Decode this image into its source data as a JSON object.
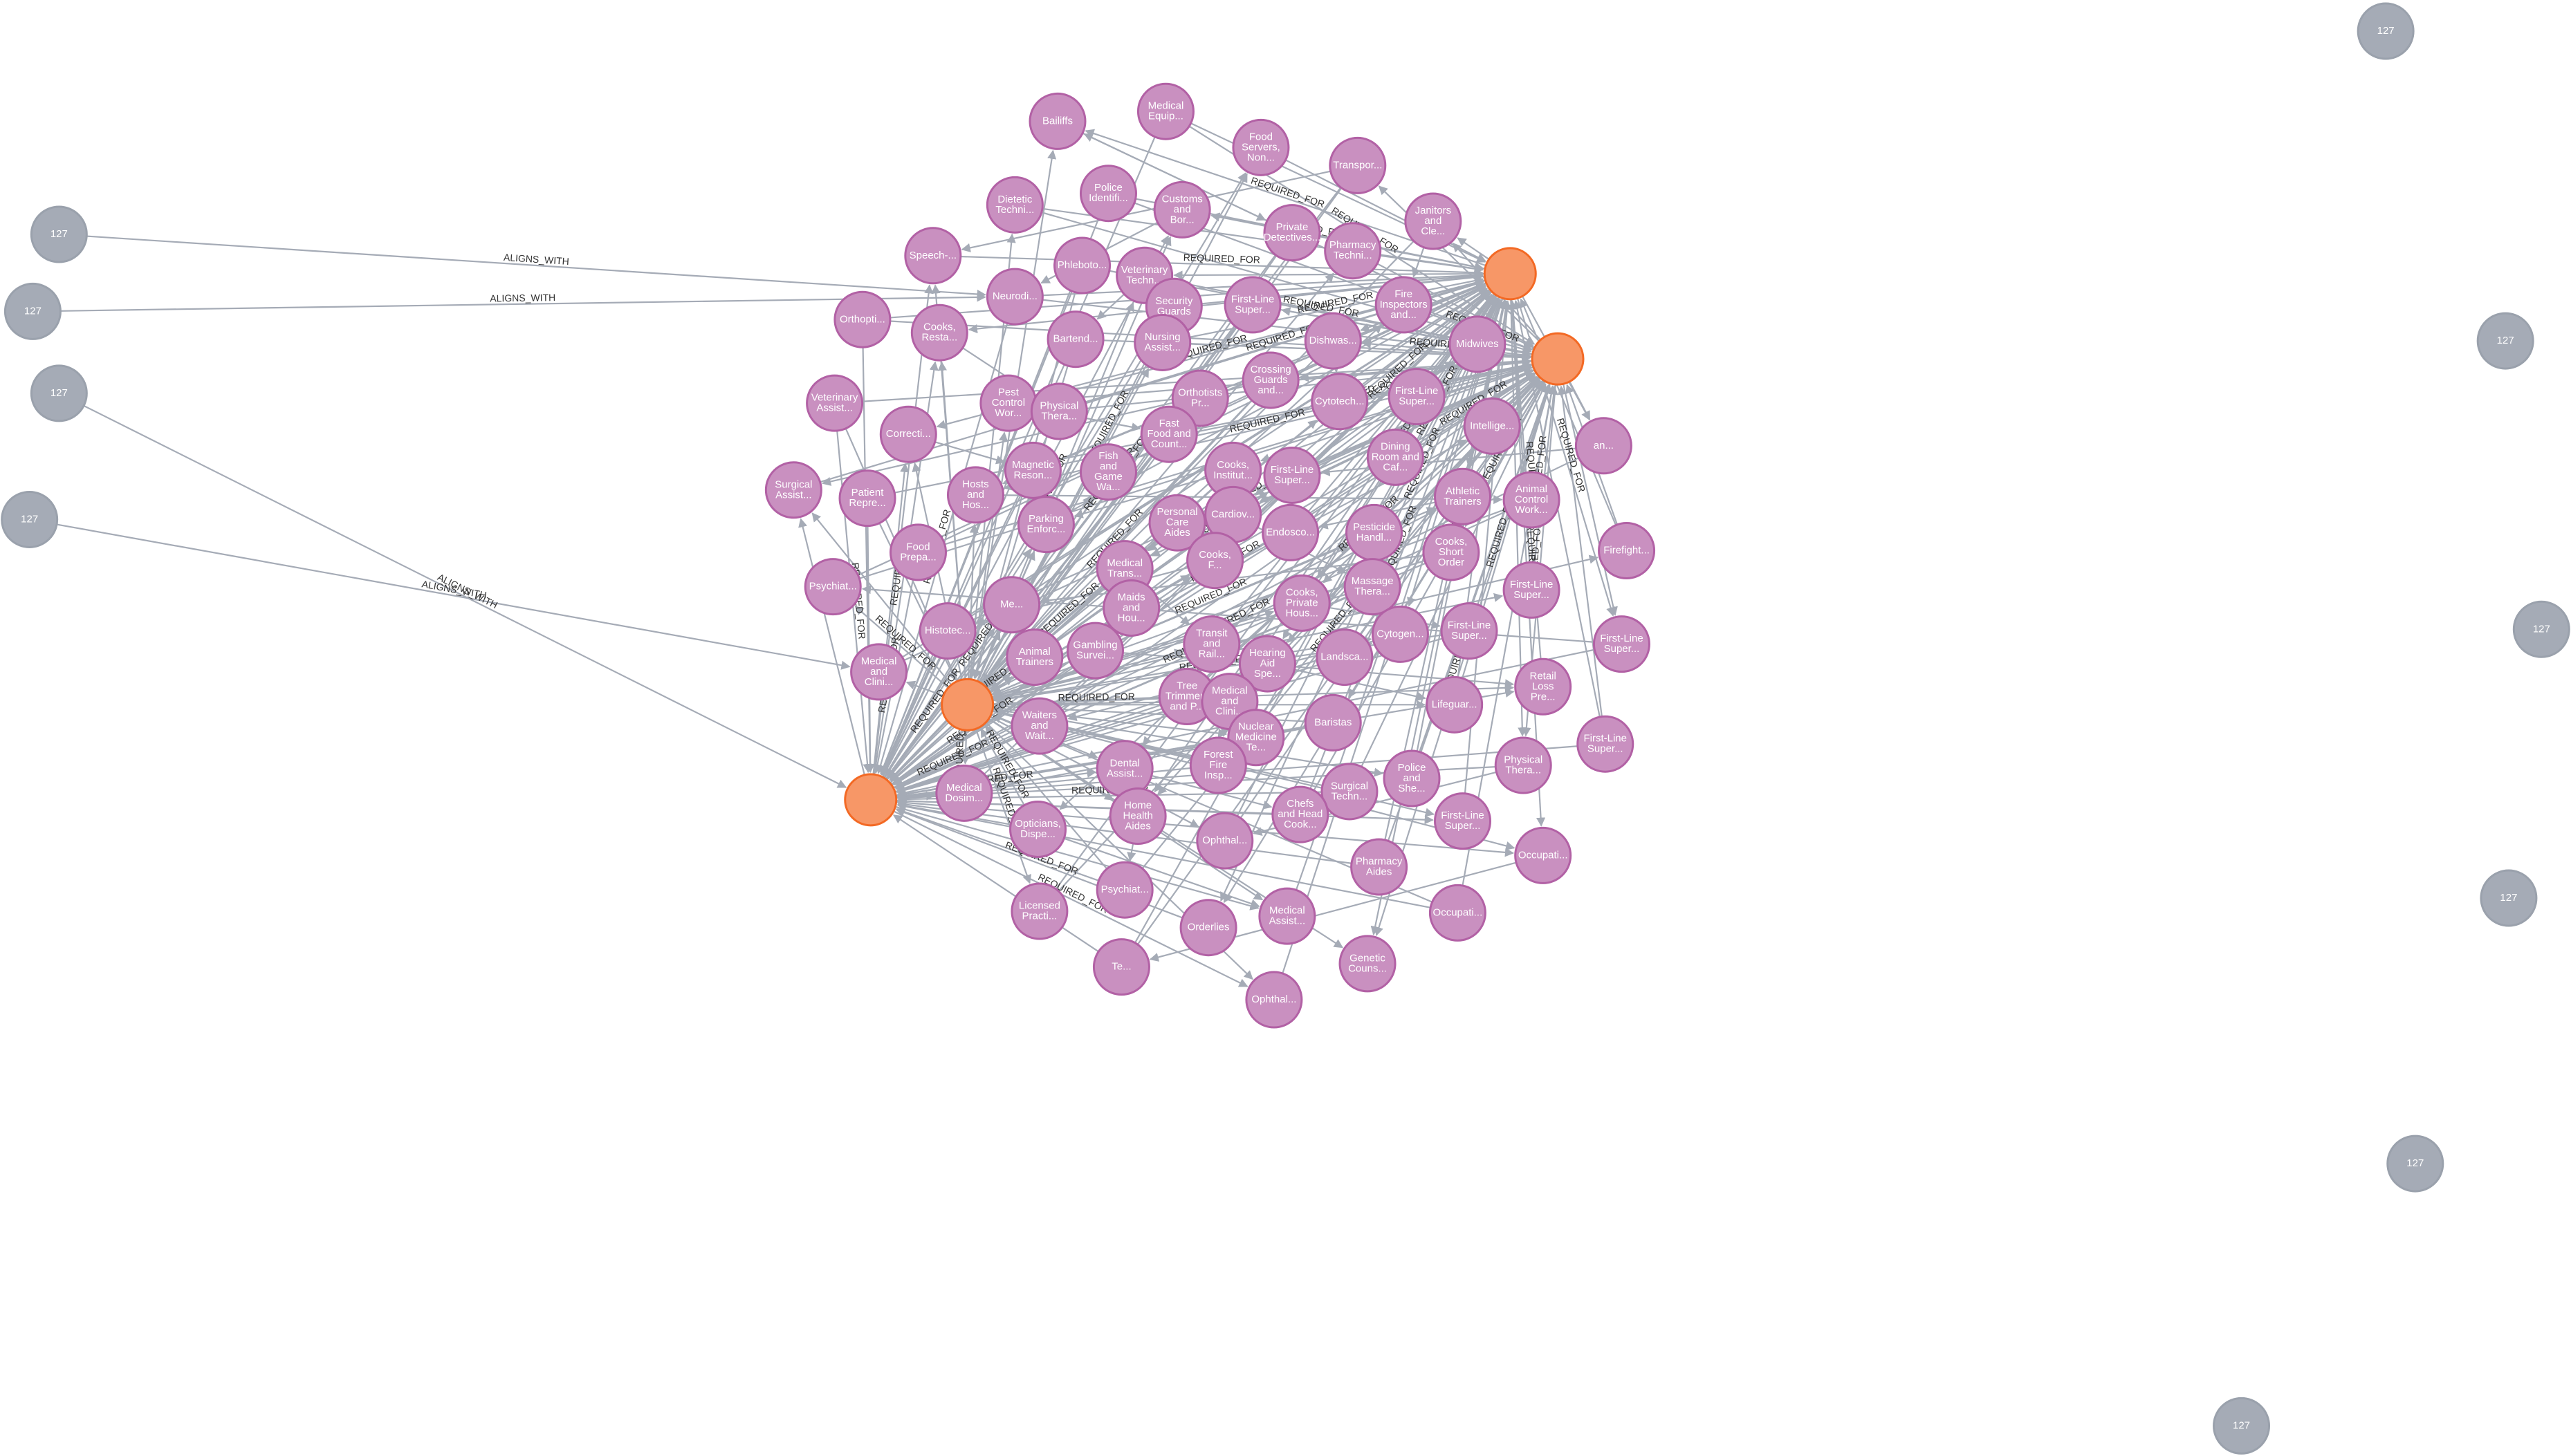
{
  "colors": {
    "occupation_fill": "#c990c0",
    "occupation_stroke": "#b261a5",
    "hub_fill": "#f79767",
    "hub_stroke": "#f36924",
    "outer_fill": "#a5abb6",
    "outer_stroke": "#9aa1ac",
    "edge": "#a5abb6",
    "label_text": "#ffffff"
  },
  "edge_types": {
    "required": "REQUIRED_FOR",
    "aligns": "ALIGNS_WITH"
  },
  "outer_nodes": [
    {
      "id": "o1",
      "label": "127"
    },
    {
      "id": "o2",
      "label": "127"
    },
    {
      "id": "o3",
      "label": "127"
    },
    {
      "id": "o4",
      "label": "127"
    },
    {
      "id": "o5",
      "label": "127"
    },
    {
      "id": "o6",
      "label": "127"
    },
    {
      "id": "o7",
      "label": "127"
    },
    {
      "id": "o8",
      "label": "127"
    },
    {
      "id": "o9",
      "label": "127"
    },
    {
      "id": "o10",
      "label": "127"
    }
  ],
  "hub_nodes": [
    {
      "id": "h1"
    },
    {
      "id": "h2"
    },
    {
      "id": "h3"
    },
    {
      "id": "h4"
    }
  ],
  "occupation_nodes": [
    {
      "id": "n1",
      "lines": [
        "Bailiffs"
      ]
    },
    {
      "id": "n2",
      "lines": [
        "Medical",
        "Equip..."
      ]
    },
    {
      "id": "n3",
      "lines": [
        "Food",
        "Servers,",
        "Non..."
      ]
    },
    {
      "id": "n4",
      "lines": [
        "Transpor..."
      ]
    },
    {
      "id": "n5",
      "lines": [
        "Dietetic",
        "Techni..."
      ]
    },
    {
      "id": "n6",
      "lines": [
        "Police",
        "Identifi..."
      ]
    },
    {
      "id": "n7",
      "lines": [
        "Customs",
        "and",
        "Bor..."
      ]
    },
    {
      "id": "n8",
      "lines": [
        "Private",
        "Detectives..."
      ]
    },
    {
      "id": "n9",
      "lines": [
        "Pharmacy",
        "Techni..."
      ]
    },
    {
      "id": "n10",
      "lines": [
        "Janitors",
        "and",
        "Cle..."
      ]
    },
    {
      "id": "n11",
      "lines": [
        "Speech-..."
      ]
    },
    {
      "id": "n12",
      "lines": [
        "Phlebotо..."
      ]
    },
    {
      "id": "n13",
      "lines": [
        "Veterinary",
        "Techn..."
      ]
    },
    {
      "id": "n14",
      "lines": [
        "Neurodi..."
      ]
    },
    {
      "id": "n15",
      "lines": [
        "Security",
        "Guards"
      ]
    },
    {
      "id": "n16",
      "lines": [
        "First-Line",
        "Super..."
      ]
    },
    {
      "id": "n17",
      "lines": [
        "Fire",
        "Inspectors",
        "and..."
      ]
    },
    {
      "id": "n18",
      "lines": [
        "Orthopti..."
      ]
    },
    {
      "id": "n19",
      "lines": [
        "Cooks,",
        "Restа..."
      ]
    },
    {
      "id": "n20",
      "lines": [
        "Bartend..."
      ]
    },
    {
      "id": "n21",
      "lines": [
        "Nursing",
        "Assist..."
      ]
    },
    {
      "id": "n22",
      "lines": [
        "Dishwas..."
      ]
    },
    {
      "id": "n23",
      "lines": [
        "Midwives"
      ]
    },
    {
      "id": "n24",
      "lines": [
        "Veterinary",
        "Assist..."
      ]
    },
    {
      "id": "n25",
      "lines": [
        "Pest",
        "Control",
        "Wor..."
      ]
    },
    {
      "id": "n26",
      "lines": [
        "Physical",
        "Thera..."
      ]
    },
    {
      "id": "n27",
      "lines": [
        "Orthotists",
        "Pr..."
      ]
    },
    {
      "id": "n28",
      "lines": [
        "Crossing",
        "Guards",
        "and..."
      ]
    },
    {
      "id": "n29",
      "lines": [
        "Cytotech..."
      ]
    },
    {
      "id": "n30",
      "lines": [
        "First-Line",
        "Super..."
      ]
    },
    {
      "id": "n31",
      "lines": [
        "Correcti..."
      ]
    },
    {
      "id": "n32",
      "lines": [
        "Fast",
        "Food and",
        "Count..."
      ]
    },
    {
      "id": "n33",
      "lines": [
        "Intellige..."
      ]
    },
    {
      "id": "n34",
      "lines": [
        "an..."
      ]
    },
    {
      "id": "n35",
      "lines": [
        "Surgical",
        "Assist..."
      ]
    },
    {
      "id": "n36",
      "lines": [
        "Patient",
        "Repre..."
      ]
    },
    {
      "id": "n37",
      "lines": [
        "Hosts",
        "and",
        "Hos..."
      ]
    },
    {
      "id": "n38",
      "lines": [
        "Magnetic",
        "Reson..."
      ]
    },
    {
      "id": "n39",
      "lines": [
        "Fish",
        "and",
        "Game",
        "Wa..."
      ]
    },
    {
      "id": "n40",
      "lines": [
        "Cooks,",
        "Institut..."
      ]
    },
    {
      "id": "n41",
      "lines": [
        "First-Line",
        "Super..."
      ]
    },
    {
      "id": "n42",
      "lines": [
        "Dining",
        "Room and",
        "Caf..."
      ]
    },
    {
      "id": "n43",
      "lines": [
        "Athletic",
        "Trainers"
      ]
    },
    {
      "id": "n44",
      "lines": [
        "Animal",
        "Control",
        "Work..."
      ]
    },
    {
      "id": "n45",
      "lines": [
        "Firefight..."
      ]
    },
    {
      "id": "n46",
      "lines": [
        "First-Line",
        "Super..."
      ]
    },
    {
      "id": "n47",
      "lines": [
        "Parking",
        "Enforc..."
      ]
    },
    {
      "id": "n48",
      "lines": [
        "Personal",
        "Care",
        "Aides"
      ]
    },
    {
      "id": "n49",
      "lines": [
        "Cardiov..."
      ]
    },
    {
      "id": "n50",
      "lines": [
        "Endosco..."
      ]
    },
    {
      "id": "n51",
      "lines": [
        "Pesticide",
        "Handl..."
      ]
    },
    {
      "id": "n52",
      "lines": [
        "Cooks,",
        "Short",
        "Order"
      ]
    },
    {
      "id": "n53",
      "lines": [
        "Psychiat..."
      ]
    },
    {
      "id": "n54",
      "lines": [
        "Food",
        "Prepa..."
      ]
    },
    {
      "id": "n55",
      "lines": [
        "Cooks,",
        "F..."
      ]
    },
    {
      "id": "n56",
      "lines": [
        "Massage",
        "Thera..."
      ]
    },
    {
      "id": "n57",
      "lines": [
        "First-Line",
        "Super..."
      ]
    },
    {
      "id": "n58",
      "lines": [
        "Medical",
        "Trans..."
      ]
    },
    {
      "id": "n59",
      "lines": [
        "Me..."
      ]
    },
    {
      "id": "n60",
      "lines": [
        "Maids",
        "and",
        "Hou..."
      ]
    },
    {
      "id": "n61",
      "lines": [
        "Cooks,",
        "Private",
        "Hous..."
      ]
    },
    {
      "id": "n62",
      "lines": [
        "Histotec..."
      ]
    },
    {
      "id": "n63",
      "lines": [
        "Animal",
        "Trainers"
      ]
    },
    {
      "id": "n64",
      "lines": [
        "Gambling",
        "Survei..."
      ]
    },
    {
      "id": "n65",
      "lines": [
        "Transit",
        "and",
        "Rail..."
      ]
    },
    {
      "id": "n66",
      "lines": [
        "Landsca..."
      ]
    },
    {
      "id": "n67",
      "lines": [
        "Cytogen..."
      ]
    },
    {
      "id": "n68",
      "lines": [
        "First-Line",
        "Super..."
      ]
    },
    {
      "id": "n69",
      "lines": [
        "Medical",
        "and",
        "Clini..."
      ]
    },
    {
      "id": "n70",
      "lines": [
        "Hearing",
        "Aid",
        "Spe..."
      ]
    },
    {
      "id": "n71",
      "lines": [
        "Retail",
        "Loss",
        "Pre..."
      ]
    },
    {
      "id": "n72",
      "lines": [
        "Tree",
        "Trimmers",
        "and P..."
      ]
    },
    {
      "id": "n73",
      "lines": [
        "Medical",
        "and",
        "Clini..."
      ]
    },
    {
      "id": "n74",
      "lines": [
        "Waiters",
        "and",
        "Wait..."
      ]
    },
    {
      "id": "n75",
      "lines": [
        "Nuclear",
        "Medicine",
        "Te..."
      ]
    },
    {
      "id": "n76",
      "lines": [
        "Baristas"
      ]
    },
    {
      "id": "n77",
      "lines": [
        "Lifeguar..."
      ]
    },
    {
      "id": "n78",
      "lines": [
        "First-Line",
        "Super..."
      ]
    },
    {
      "id": "n79",
      "lines": [
        "Dental",
        "Assist..."
      ]
    },
    {
      "id": "n80",
      "lines": [
        "Forest",
        "Fire",
        "Insp..."
      ]
    },
    {
      "id": "n81",
      "lines": [
        "Police",
        "and",
        "She..."
      ]
    },
    {
      "id": "n82",
      "lines": [
        "Physical",
        "Thera..."
      ]
    },
    {
      "id": "n83",
      "lines": [
        "Medical",
        "Dosim..."
      ]
    },
    {
      "id": "n84",
      "lines": [
        "Surgical",
        "Techn..."
      ]
    },
    {
      "id": "n85",
      "lines": [
        "Home",
        "Health",
        "Aides"
      ]
    },
    {
      "id": "n86",
      "lines": [
        "Chefs",
        "and Head",
        "Cook..."
      ]
    },
    {
      "id": "n87",
      "lines": [
        "First-Line",
        "Super..."
      ]
    },
    {
      "id": "n88",
      "lines": [
        "Opticians,",
        "Dispe..."
      ]
    },
    {
      "id": "n89",
      "lines": [
        "Ophthal..."
      ]
    },
    {
      "id": "n90",
      "lines": [
        "Pharmacy",
        "Aides"
      ]
    },
    {
      "id": "n91",
      "lines": [
        "Occupati..."
      ]
    },
    {
      "id": "n92",
      "lines": [
        "Psychiat..."
      ]
    },
    {
      "id": "n93",
      "lines": [
        "Licensed",
        "Practi..."
      ]
    },
    {
      "id": "n94",
      "lines": [
        "Orderlies"
      ]
    },
    {
      "id": "n95",
      "lines": [
        "Medical",
        "Assist..."
      ]
    },
    {
      "id": "n96",
      "lines": [
        "Occupati..."
      ]
    },
    {
      "id": "n97",
      "lines": [
        "Genetic",
        "Couns..."
      ]
    },
    {
      "id": "n98",
      "lines": [
        "Te..."
      ]
    },
    {
      "id": "n99",
      "lines": [
        "Ophthal..."
      ]
    }
  ]
}
